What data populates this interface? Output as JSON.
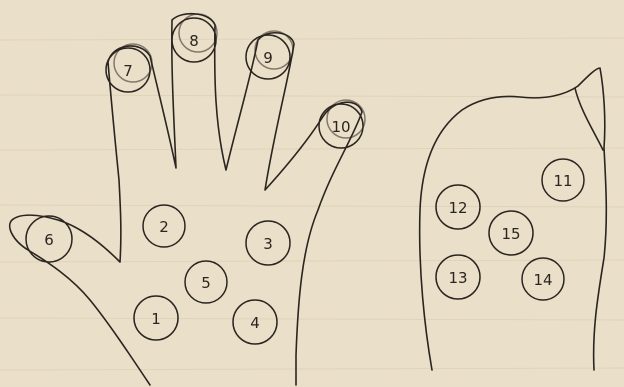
{
  "points": [
    {
      "id": "1",
      "label": "1"
    },
    {
      "id": "2",
      "label": "2"
    },
    {
      "id": "3",
      "label": "3"
    },
    {
      "id": "4",
      "label": "4"
    },
    {
      "id": "5",
      "label": "5"
    },
    {
      "id": "6",
      "label": "6"
    },
    {
      "id": "7",
      "label": "7"
    },
    {
      "id": "8",
      "label": "8"
    },
    {
      "id": "9",
      "label": "9"
    },
    {
      "id": "10",
      "label": "10"
    },
    {
      "id": "11",
      "label": "11"
    },
    {
      "id": "12",
      "label": "12"
    },
    {
      "id": "13",
      "label": "13"
    },
    {
      "id": "14",
      "label": "14"
    },
    {
      "id": "15",
      "label": "15"
    }
  ],
  "colors": {
    "paper": "#eadfc8",
    "ink": "#2b2520"
  }
}
